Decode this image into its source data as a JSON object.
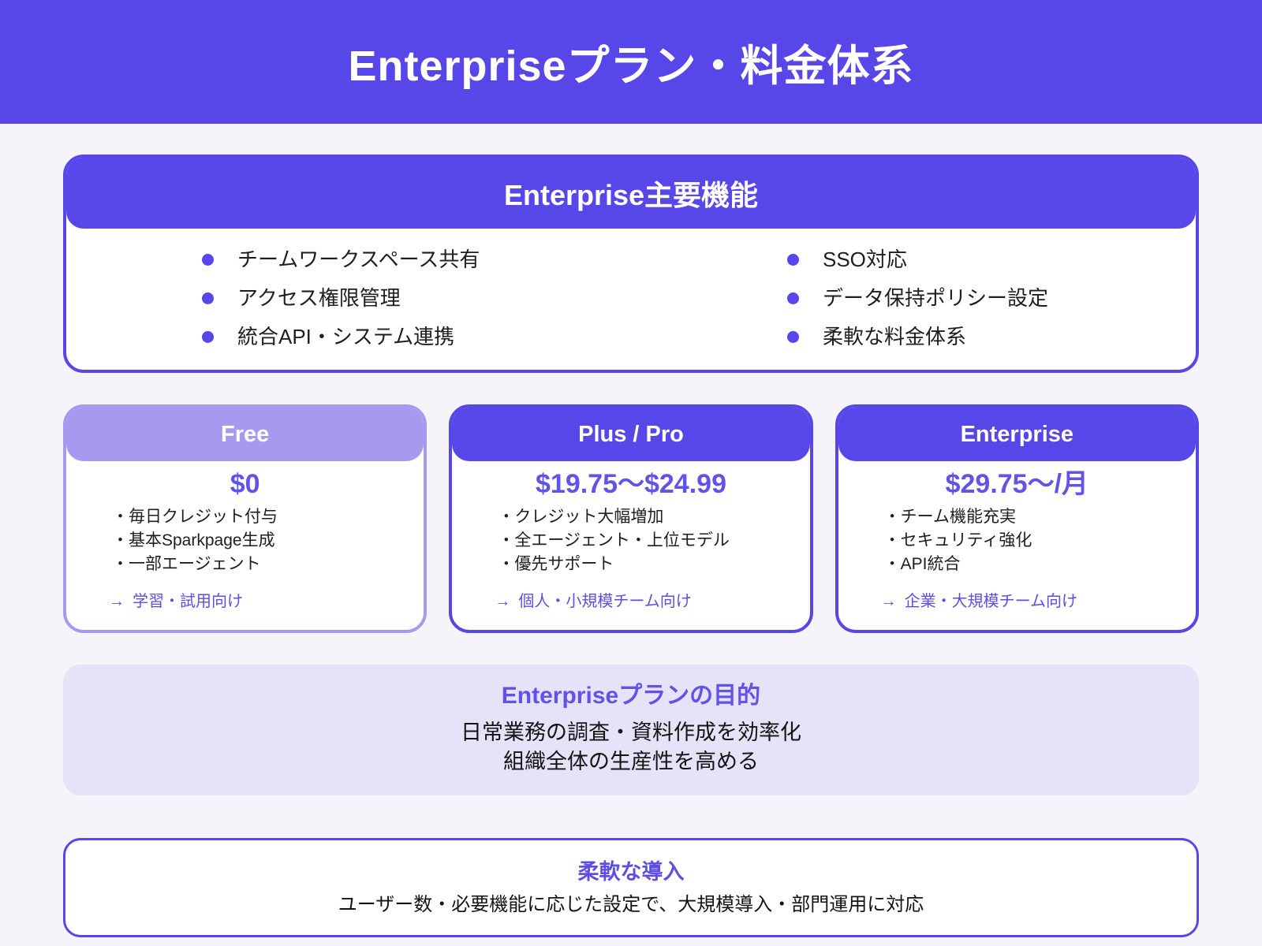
{
  "header": {
    "title": "Enterpriseプラン・料金体系"
  },
  "features": {
    "title": "Enterprise主要機能",
    "left": [
      "チームワークスペース共有",
      "アクセス権限管理",
      "統合API・システム連携"
    ],
    "right": [
      "SSO対応",
      "データ保持ポリシー設定",
      "柔軟な料金体系"
    ]
  },
  "plans": [
    {
      "name": "Free",
      "price": "$0",
      "items": [
        "毎日クレジット付与",
        "基本Sparkpage生成",
        "一部エージェント"
      ],
      "target": "学習・試用向け"
    },
    {
      "name": "Plus / Pro",
      "price": "$19.75〜$24.99",
      "items": [
        "クレジット大幅増加",
        "全エージェント・上位モデル",
        "優先サポート"
      ],
      "target": "個人・小規模チーム向け"
    },
    {
      "name": "Enterprise",
      "price": "$29.75〜/月",
      "items": [
        "チーム機能充実",
        "セキュリティ強化",
        "API統合"
      ],
      "target": "企業・大規模チーム向け"
    }
  ],
  "purpose": {
    "title": "Enterpriseプランの目的",
    "line1": "日常業務の調査・資料作成を効率化",
    "line2": "組織全体の生産性を高める"
  },
  "deployment": {
    "title": "柔軟な導入",
    "text": "ユーザー数・必要機能に応じた設定で、大規模導入・部門運用に対応"
  },
  "icons": {
    "arrow_right": "→",
    "list_bullet": "・"
  },
  "colors": {
    "primary_purple": "#5847E8",
    "light_purple": "#A69AF0",
    "price_purple": "#6152E8",
    "link_purple": "#5F4FE0",
    "page_background": "#F5F4FB",
    "section_lavender": "#E6E2F8",
    "text_dark": "#1E1E1E"
  }
}
